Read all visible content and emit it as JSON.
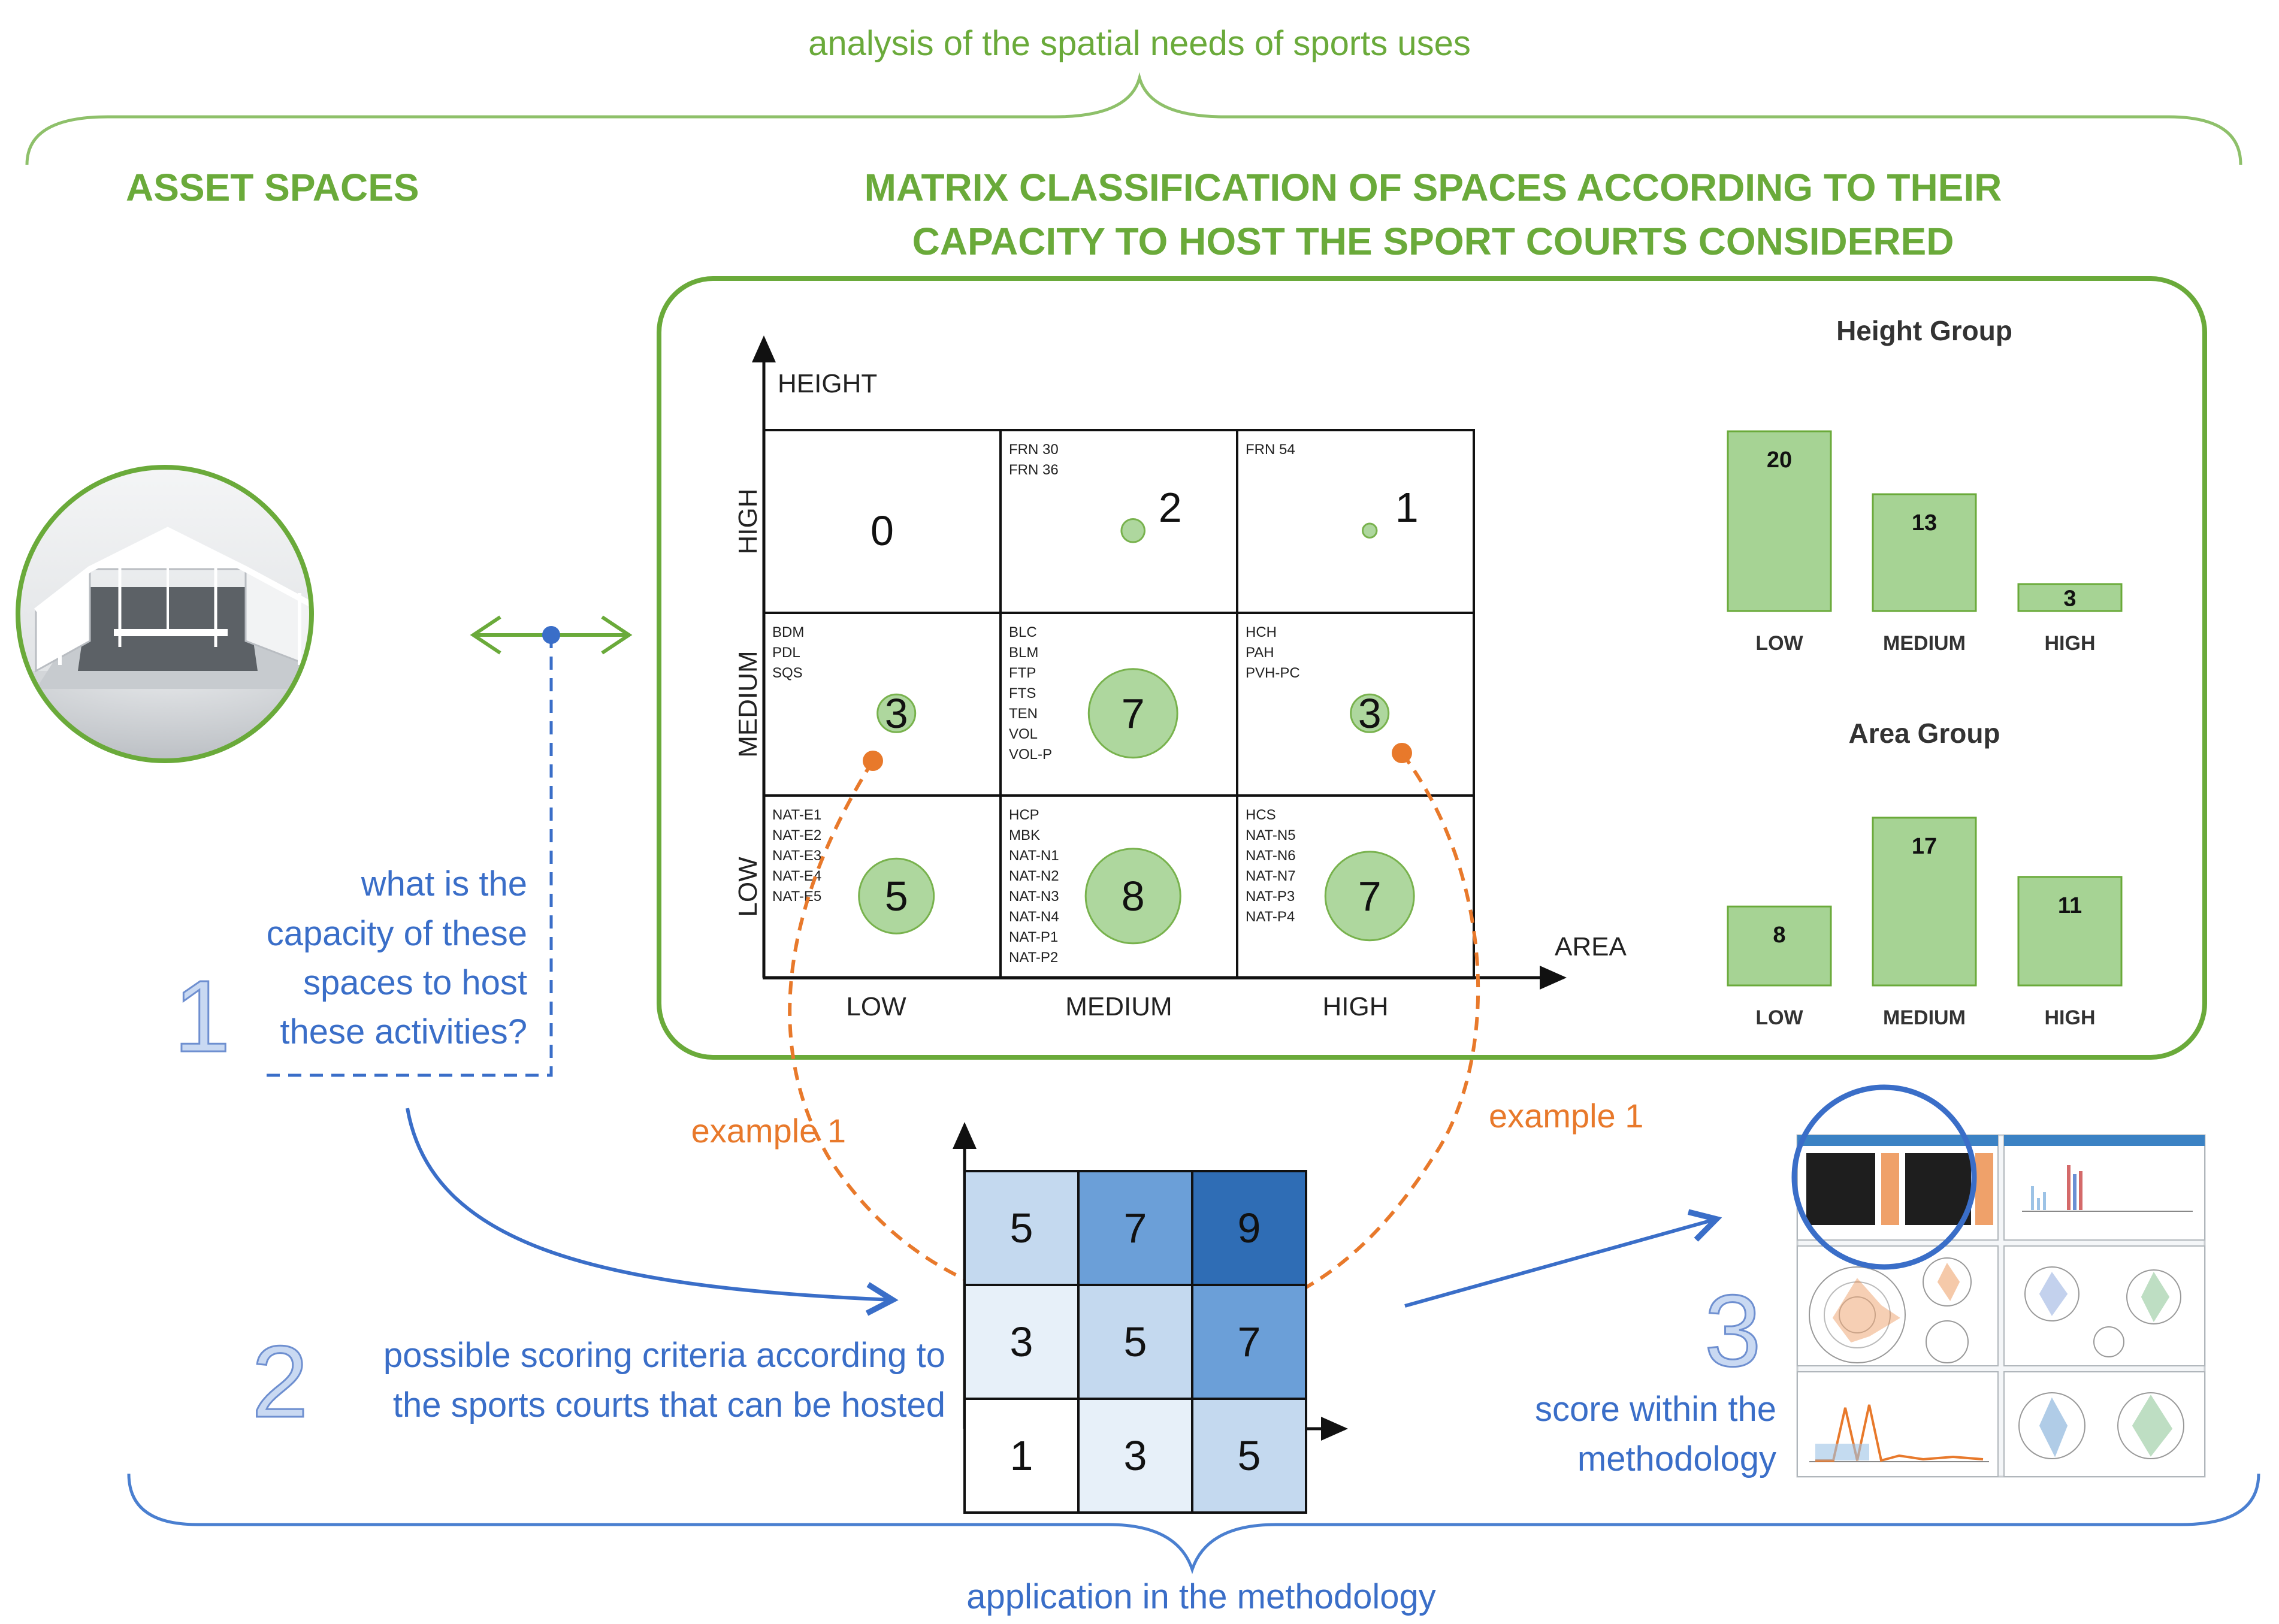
{
  "top_label": "analysis of the spatial needs of sports uses",
  "bottom_label": "application in the methodology",
  "asset_title": "ASSET SPACES",
  "matrix_title_line1": "MATRIX CLASSIFICATION OF SPACES ACCORDING TO THEIR",
  "matrix_title_line2": "CAPACITY TO HOST THE SPORT COURTS CONSIDERED",
  "matrix": {
    "y_axis_label": "HEIGHT",
    "x_axis_label": "AREA",
    "row_labels": [
      "HIGH",
      "MEDIUM",
      "LOW"
    ],
    "col_labels": [
      "LOW",
      "MEDIUM",
      "HIGH"
    ],
    "cells": [
      [
        {
          "count": "0",
          "codes": []
        },
        {
          "count": "2",
          "codes": [
            "FRN 30",
            "FRN 36"
          ]
        },
        {
          "count": "1",
          "codes": [
            "FRN 54"
          ]
        }
      ],
      [
        {
          "count": "3",
          "codes": [
            "BDM",
            "PDL",
            "SQS"
          ]
        },
        {
          "count": "7",
          "codes": [
            "BLC",
            "BLM",
            "FTP",
            "FTS",
            "TEN",
            "VOL",
            "VOL-P"
          ]
        },
        {
          "count": "3",
          "codes": [
            "HCH",
            "PAH",
            "PVH-PC"
          ]
        }
      ],
      [
        {
          "count": "5",
          "codes": [
            "NAT-E1",
            "NAT-E2",
            "NAT-E3",
            "NAT-E4",
            "NAT-E5"
          ]
        },
        {
          "count": "8",
          "codes": [
            "HCP",
            "MBK",
            "NAT-N1",
            "NAT-N2",
            "NAT-N3",
            "NAT-N4",
            "NAT-P1",
            "NAT-P2"
          ]
        },
        {
          "count": "7",
          "codes": [
            "HCS",
            "NAT-N5",
            "NAT-N6",
            "NAT-N7",
            "NAT-P3",
            "NAT-P4"
          ]
        }
      ]
    ]
  },
  "chart_data": [
    {
      "type": "bar",
      "title": "Height Group",
      "categories": [
        "LOW",
        "MEDIUM",
        "HIGH"
      ],
      "values": [
        20,
        13,
        3
      ],
      "ylim": [
        0,
        20
      ]
    },
    {
      "type": "bar",
      "title": "Area Group",
      "categories": [
        "LOW",
        "MEDIUM",
        "HIGH"
      ],
      "values": [
        8,
        17,
        11
      ],
      "ylim": [
        0,
        17
      ]
    }
  ],
  "question": {
    "step": "1",
    "lines": [
      "what is the",
      "capacity of these",
      "spaces to host",
      "these activities?"
    ]
  },
  "scoring": {
    "step": "2",
    "lines": [
      "possible scoring criteria according to",
      "the sports courts that can be hosted"
    ],
    "grid": [
      [
        "5",
        "7",
        "9"
      ],
      [
        "3",
        "5",
        "7"
      ],
      [
        "1",
        "3",
        "5"
      ]
    ],
    "colors": [
      [
        "#c4d9ef",
        "#6b9fd8",
        "#2f6db5"
      ],
      [
        "#e7f0f9",
        "#c4d9ef",
        "#6b9fd8"
      ],
      [
        "#ffffff",
        "#e7f0f9",
        "#c4d9ef"
      ]
    ]
  },
  "examples": [
    "example 1",
    "example 1"
  ],
  "methodology": {
    "step": "3",
    "lines": [
      "score within the",
      "methodology"
    ]
  },
  "colors": {
    "green": "#6aaa3a",
    "blue": "#3a6ec8",
    "orange": "#e8792b",
    "bubble": "#a6d394"
  }
}
